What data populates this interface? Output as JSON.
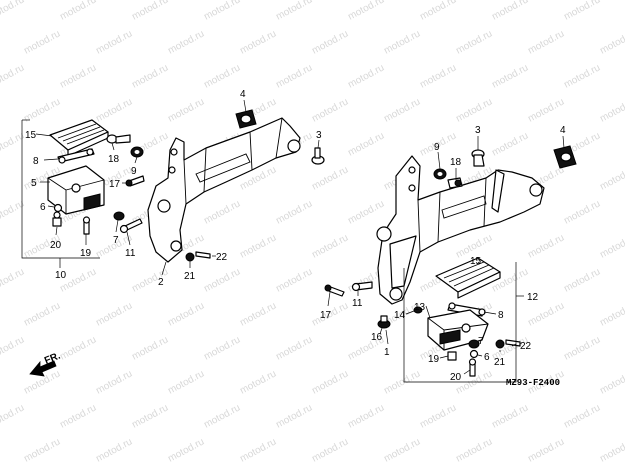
{
  "watermark": {
    "text": "motod.ru"
  },
  "diagram_code": "MZ93-F2400",
  "front_indicator": {
    "label": "FR."
  },
  "callouts": {
    "left": [
      {
        "id": "l-15",
        "text": "15"
      },
      {
        "id": "l-8",
        "text": "8"
      },
      {
        "id": "l-5",
        "text": "5"
      },
      {
        "id": "l-6",
        "text": "6"
      },
      {
        "id": "l-20",
        "text": "20"
      },
      {
        "id": "l-19",
        "text": "19"
      },
      {
        "id": "l-10",
        "text": "10"
      },
      {
        "id": "l-18",
        "text": "18"
      },
      {
        "id": "l-9",
        "text": "9"
      },
      {
        "id": "l-17",
        "text": "17"
      },
      {
        "id": "l-7",
        "text": "7"
      },
      {
        "id": "l-11",
        "text": "11"
      },
      {
        "id": "l-2",
        "text": "2"
      },
      {
        "id": "l-21",
        "text": "21"
      },
      {
        "id": "l-22",
        "text": "22"
      },
      {
        "id": "l-4",
        "text": "4"
      },
      {
        "id": "l-3",
        "text": "3"
      }
    ],
    "right": [
      {
        "id": "r-3",
        "text": "3"
      },
      {
        "id": "r-4",
        "text": "4"
      },
      {
        "id": "r-9",
        "text": "9"
      },
      {
        "id": "r-18",
        "text": "18"
      },
      {
        "id": "r-15",
        "text": "15"
      },
      {
        "id": "r-12",
        "text": "12"
      },
      {
        "id": "r-8",
        "text": "8"
      },
      {
        "id": "r-13",
        "text": "13"
      },
      {
        "id": "r-14",
        "text": "14"
      },
      {
        "id": "r-17",
        "text": "17"
      },
      {
        "id": "r-11",
        "text": "11"
      },
      {
        "id": "r-16",
        "text": "16"
      },
      {
        "id": "r-1",
        "text": "1"
      },
      {
        "id": "r-19",
        "text": "19"
      },
      {
        "id": "r-6",
        "text": "6"
      },
      {
        "id": "r-22",
        "text": "22"
      },
      {
        "id": "r-21",
        "text": "21"
      },
      {
        "id": "r-20",
        "text": "20"
      },
      {
        "id": "r-7",
        "text": "7"
      }
    ]
  }
}
